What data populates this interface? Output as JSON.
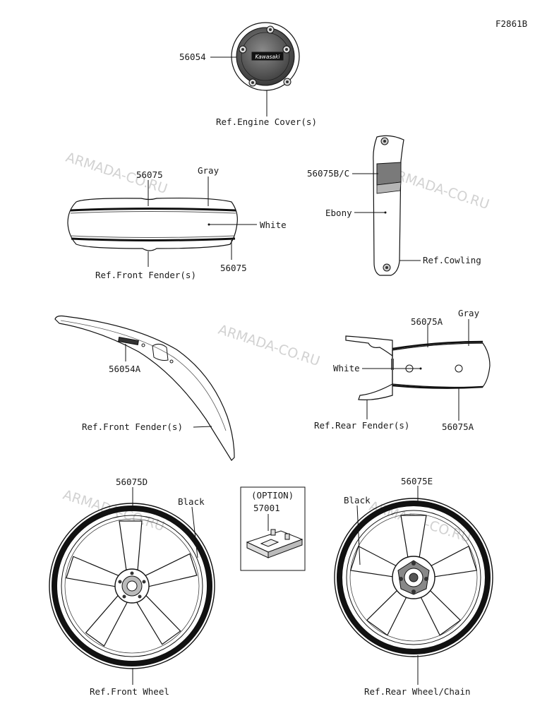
{
  "figure_code": "F2861B",
  "watermark": "ARMADA-CO.RU",
  "engine_cover": {
    "part_no": "56054",
    "emblem": "Kawasaki",
    "ref": "Ref.Engine Cover(s)"
  },
  "front_fender_top": {
    "part_no_top": "56075",
    "part_no_bottom": "56075",
    "color_gray": "Gray",
    "color_white": "White",
    "ref": "Ref.Front Fender(s)"
  },
  "cowling": {
    "part_no": "56075B/C",
    "color": "Ebony",
    "ref": "Ref.Cowling"
  },
  "front_fender_side": {
    "part_no": "56054A",
    "ref": "Ref.Front Fender(s)"
  },
  "rear_fender": {
    "part_no_top": "56075A",
    "part_no_bottom": "56075A",
    "color_gray": "Gray",
    "color_white": "White",
    "ref": "Ref.Rear Fender(s)"
  },
  "front_wheel": {
    "part_no": "56075D",
    "color": "Black",
    "ref": "Ref.Front Wheel"
  },
  "option": {
    "title": "(OPTION)",
    "part_no": "57001"
  },
  "rear_wheel": {
    "part_no": "56075E",
    "color": "Black",
    "ref": "Ref.Rear Wheel/Chain"
  }
}
